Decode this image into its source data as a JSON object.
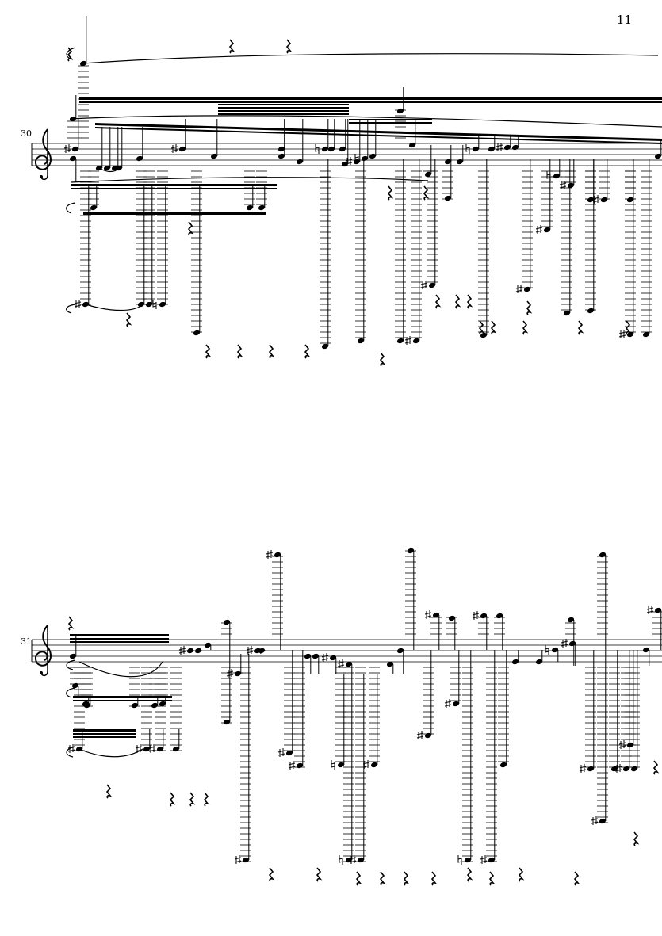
{
  "page": {
    "number": "11"
  },
  "systems": [
    {
      "measure_number": "30"
    },
    {
      "measure_number": "31"
    }
  ],
  "icons": {
    "treble_clef": "treble-clef-icon",
    "rest": "quarter-rest-icon",
    "sharp": "sharp-icon",
    "natural": "natural-icon"
  }
}
